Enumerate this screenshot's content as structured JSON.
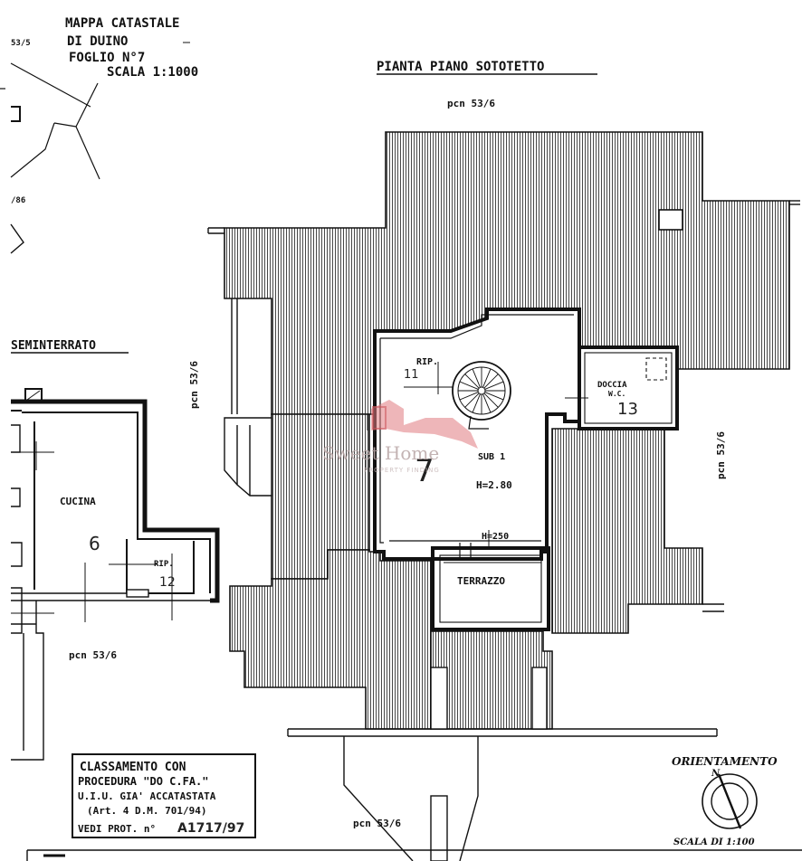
{
  "header": {
    "line1": "MAPPA CATASTALE",
    "line2": "DI DUINO",
    "line3": "FOGLIO N°7",
    "line4": "SCALA 1:1000"
  },
  "map_labels": {
    "a": "53/5",
    "b": "/86"
  },
  "plan_title": "PIANTA PIANO SOTOTETTO",
  "left_title": "SEMINTERRATO",
  "rooms": {
    "rip_top": "RIP.",
    "rip_top_num": "11",
    "doccia": "DOCCIA",
    "wc": "W.C.",
    "doccia_num": "13",
    "sub": "SUB 1",
    "sub_num": "7",
    "height1": "H=2.80",
    "height2": "H=250",
    "terrazzo": "TERRAZZO",
    "cucina": "CUCINA",
    "cucina_num": "6",
    "rip_left": "RIP.",
    "rip_left_num": "12"
  },
  "neighbors": {
    "top": "pcn 53/6",
    "left": "pcn 53/6",
    "right": "pcn 53/6",
    "bottom_left": "pcn 53/6",
    "bottom": "pcn 53/6"
  },
  "stamp": {
    "l1": "CLASSAMENTO CON",
    "l2": "PROCEDURA \"DO C.FA.\"",
    "l3": "U.I.U. GIA' ACCATASTATA",
    "l4": "(Art. 4 D.M. 701/94)",
    "l5": "VEDI PROT. n°",
    "l5_num": "A1717/97"
  },
  "orientation": {
    "title": "ORIENTAMENTO",
    "north": "N",
    "scale": "SCALA DI 1:100"
  },
  "watermark": {
    "name": "Sweet Home",
    "sub": "PROPERTY FINDING"
  }
}
